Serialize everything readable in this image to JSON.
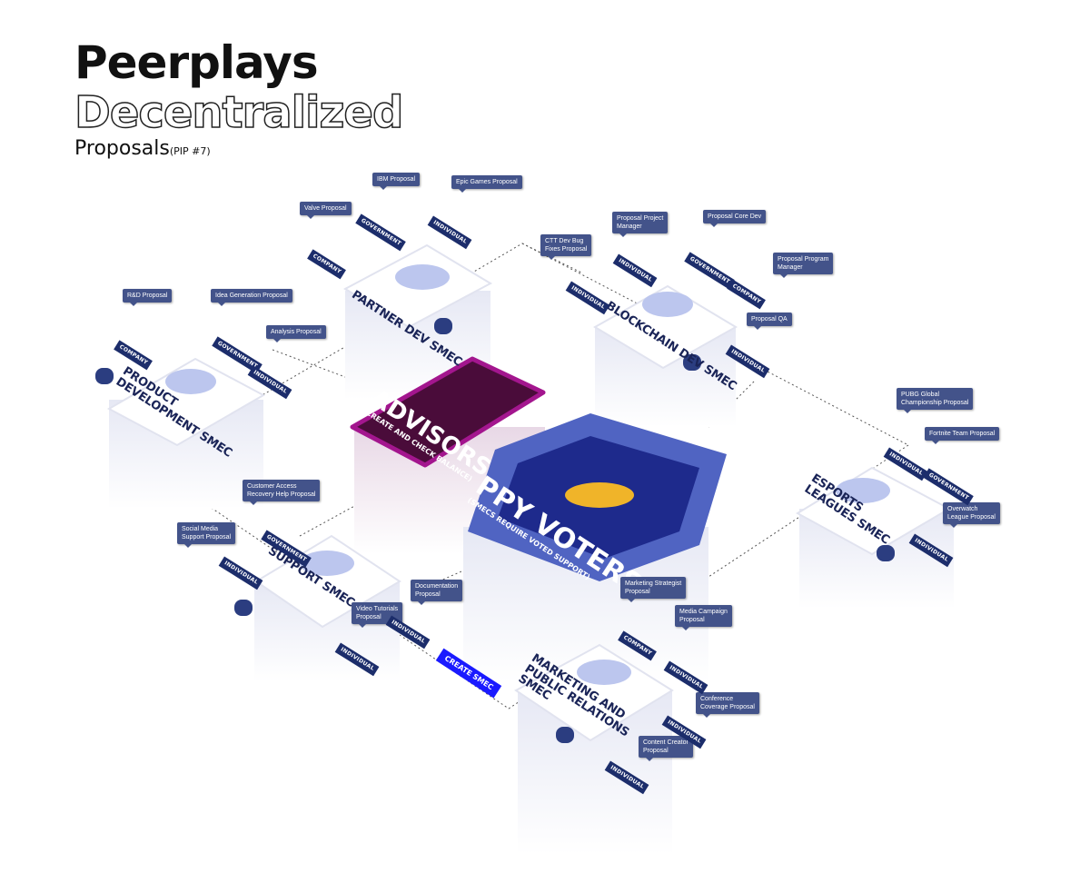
{
  "header": {
    "title_line1": "Peerplays",
    "title_line2": "Decentralized",
    "title_line3": "Proposals",
    "title_note": "(PIP #7)"
  },
  "hubs": {
    "advisors": {
      "label": "ADVISORS",
      "sublabel": "(CREATE AND CHECK BALANCE)",
      "color": "#7a1468"
    },
    "voters": {
      "label": "PPY VOTERS",
      "sublabel": "(SMECS REQUIRE VOTED SUPPORT)",
      "color": "#3d55b8"
    },
    "create_smec": "CREATE SMEC"
  },
  "smecs": [
    {
      "name": "PARTNER DEV SMEC"
    },
    {
      "name": "PRODUCT DEVELOPMENT SMEC"
    },
    {
      "name": "BLOCKCHAIN DEV SMEC"
    },
    {
      "name": "ESPORTS LEAGUES SMEC"
    },
    {
      "name": "SUPPORT SMEC"
    },
    {
      "name": "MARKETING AND PUBLIC RELATIONS SMEC"
    }
  ],
  "proposals": [
    "Valve Proposal",
    "IBM Proposal",
    "Epic Games Proposal",
    "R&D Proposal",
    "Idea Generation Proposal",
    "Analysis Proposal",
    "CTT Dev Bug\nFixes Proposal",
    "Proposal Project\nManager",
    "Proposal Core Dev",
    "Proposal Program\nManager",
    "Proposal QA",
    "PUBG Global\nChampionship Proposal",
    "Fortnite Team Proposal",
    "Overwatch\nLeague Proposal",
    "Customer Access\nRecovery Help Proposal",
    "Social Media\nSupport Proposal",
    "Documentation\nProposal",
    "Video Tutorials\nProposal",
    "Marketing Strategist\nProposal",
    "Media Campaign\nProposal",
    "Conference\nCoverage Proposal",
    "Content Creator\nProposal"
  ],
  "pedestals": [
    "Company",
    "Government",
    "Individual",
    "Company",
    "Government",
    "Individual",
    "Individual",
    "Individual",
    "Government",
    "Company",
    "Individual",
    "Individual",
    "Government",
    "Individual",
    "Individual",
    "Government",
    "Individual",
    "Individual",
    "Company",
    "Individual",
    "Individual",
    "Individual"
  ]
}
